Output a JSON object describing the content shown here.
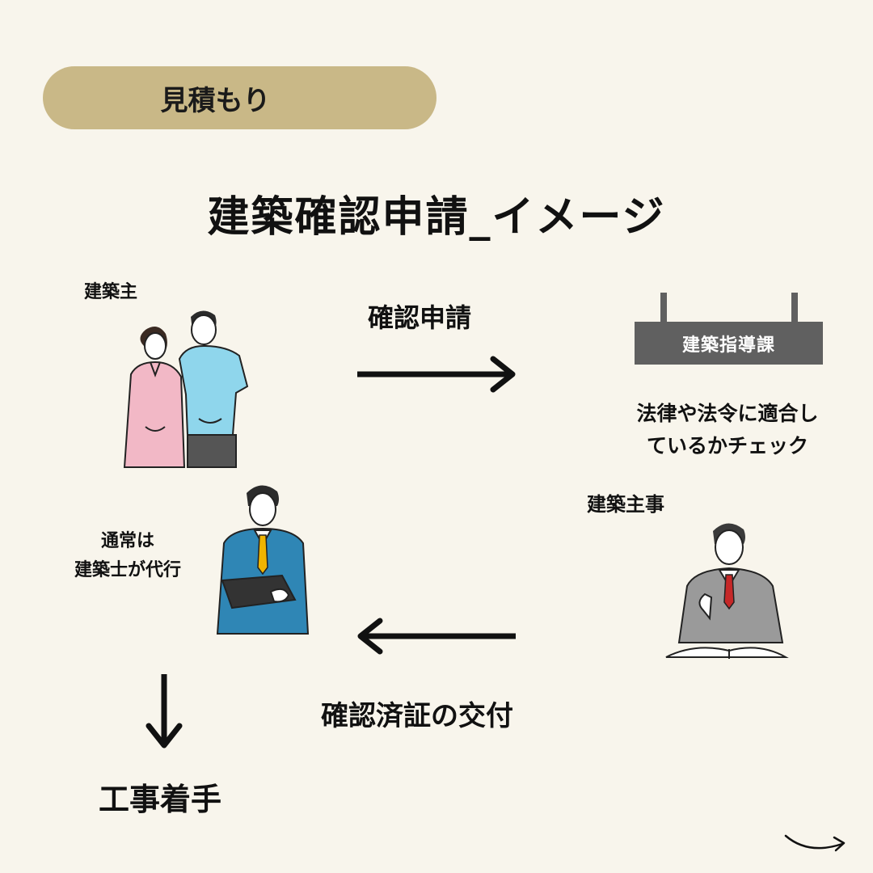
{
  "header": {
    "badge": "見積もり"
  },
  "title": "建築確認申請_イメージ",
  "nodes": {
    "owner": "建築主",
    "application": "確認申請",
    "department": "建築指導課",
    "check_line1": "法律や法令に適合し",
    "check_line2": "ているかチェック",
    "inspector": "建築主事",
    "proxy_line1": "通常は",
    "proxy_line2": "建築士が代行",
    "issuance": "確認済証の交付",
    "start": "工事着手"
  },
  "colors": {
    "background": "#f8f5ec",
    "badge": "#c9b887",
    "sign": "#606060",
    "woman_top": "#f2b8c6",
    "man_top": "#8fd6ec",
    "suit_blue": "#2f86b5",
    "suit_gray": "#9a9a9a",
    "tie_yellow": "#f0b400",
    "tie_red": "#c62828"
  },
  "icons": [
    "couple-illustration",
    "architect-illustration",
    "inspector-illustration",
    "swipe-arrow-icon"
  ]
}
